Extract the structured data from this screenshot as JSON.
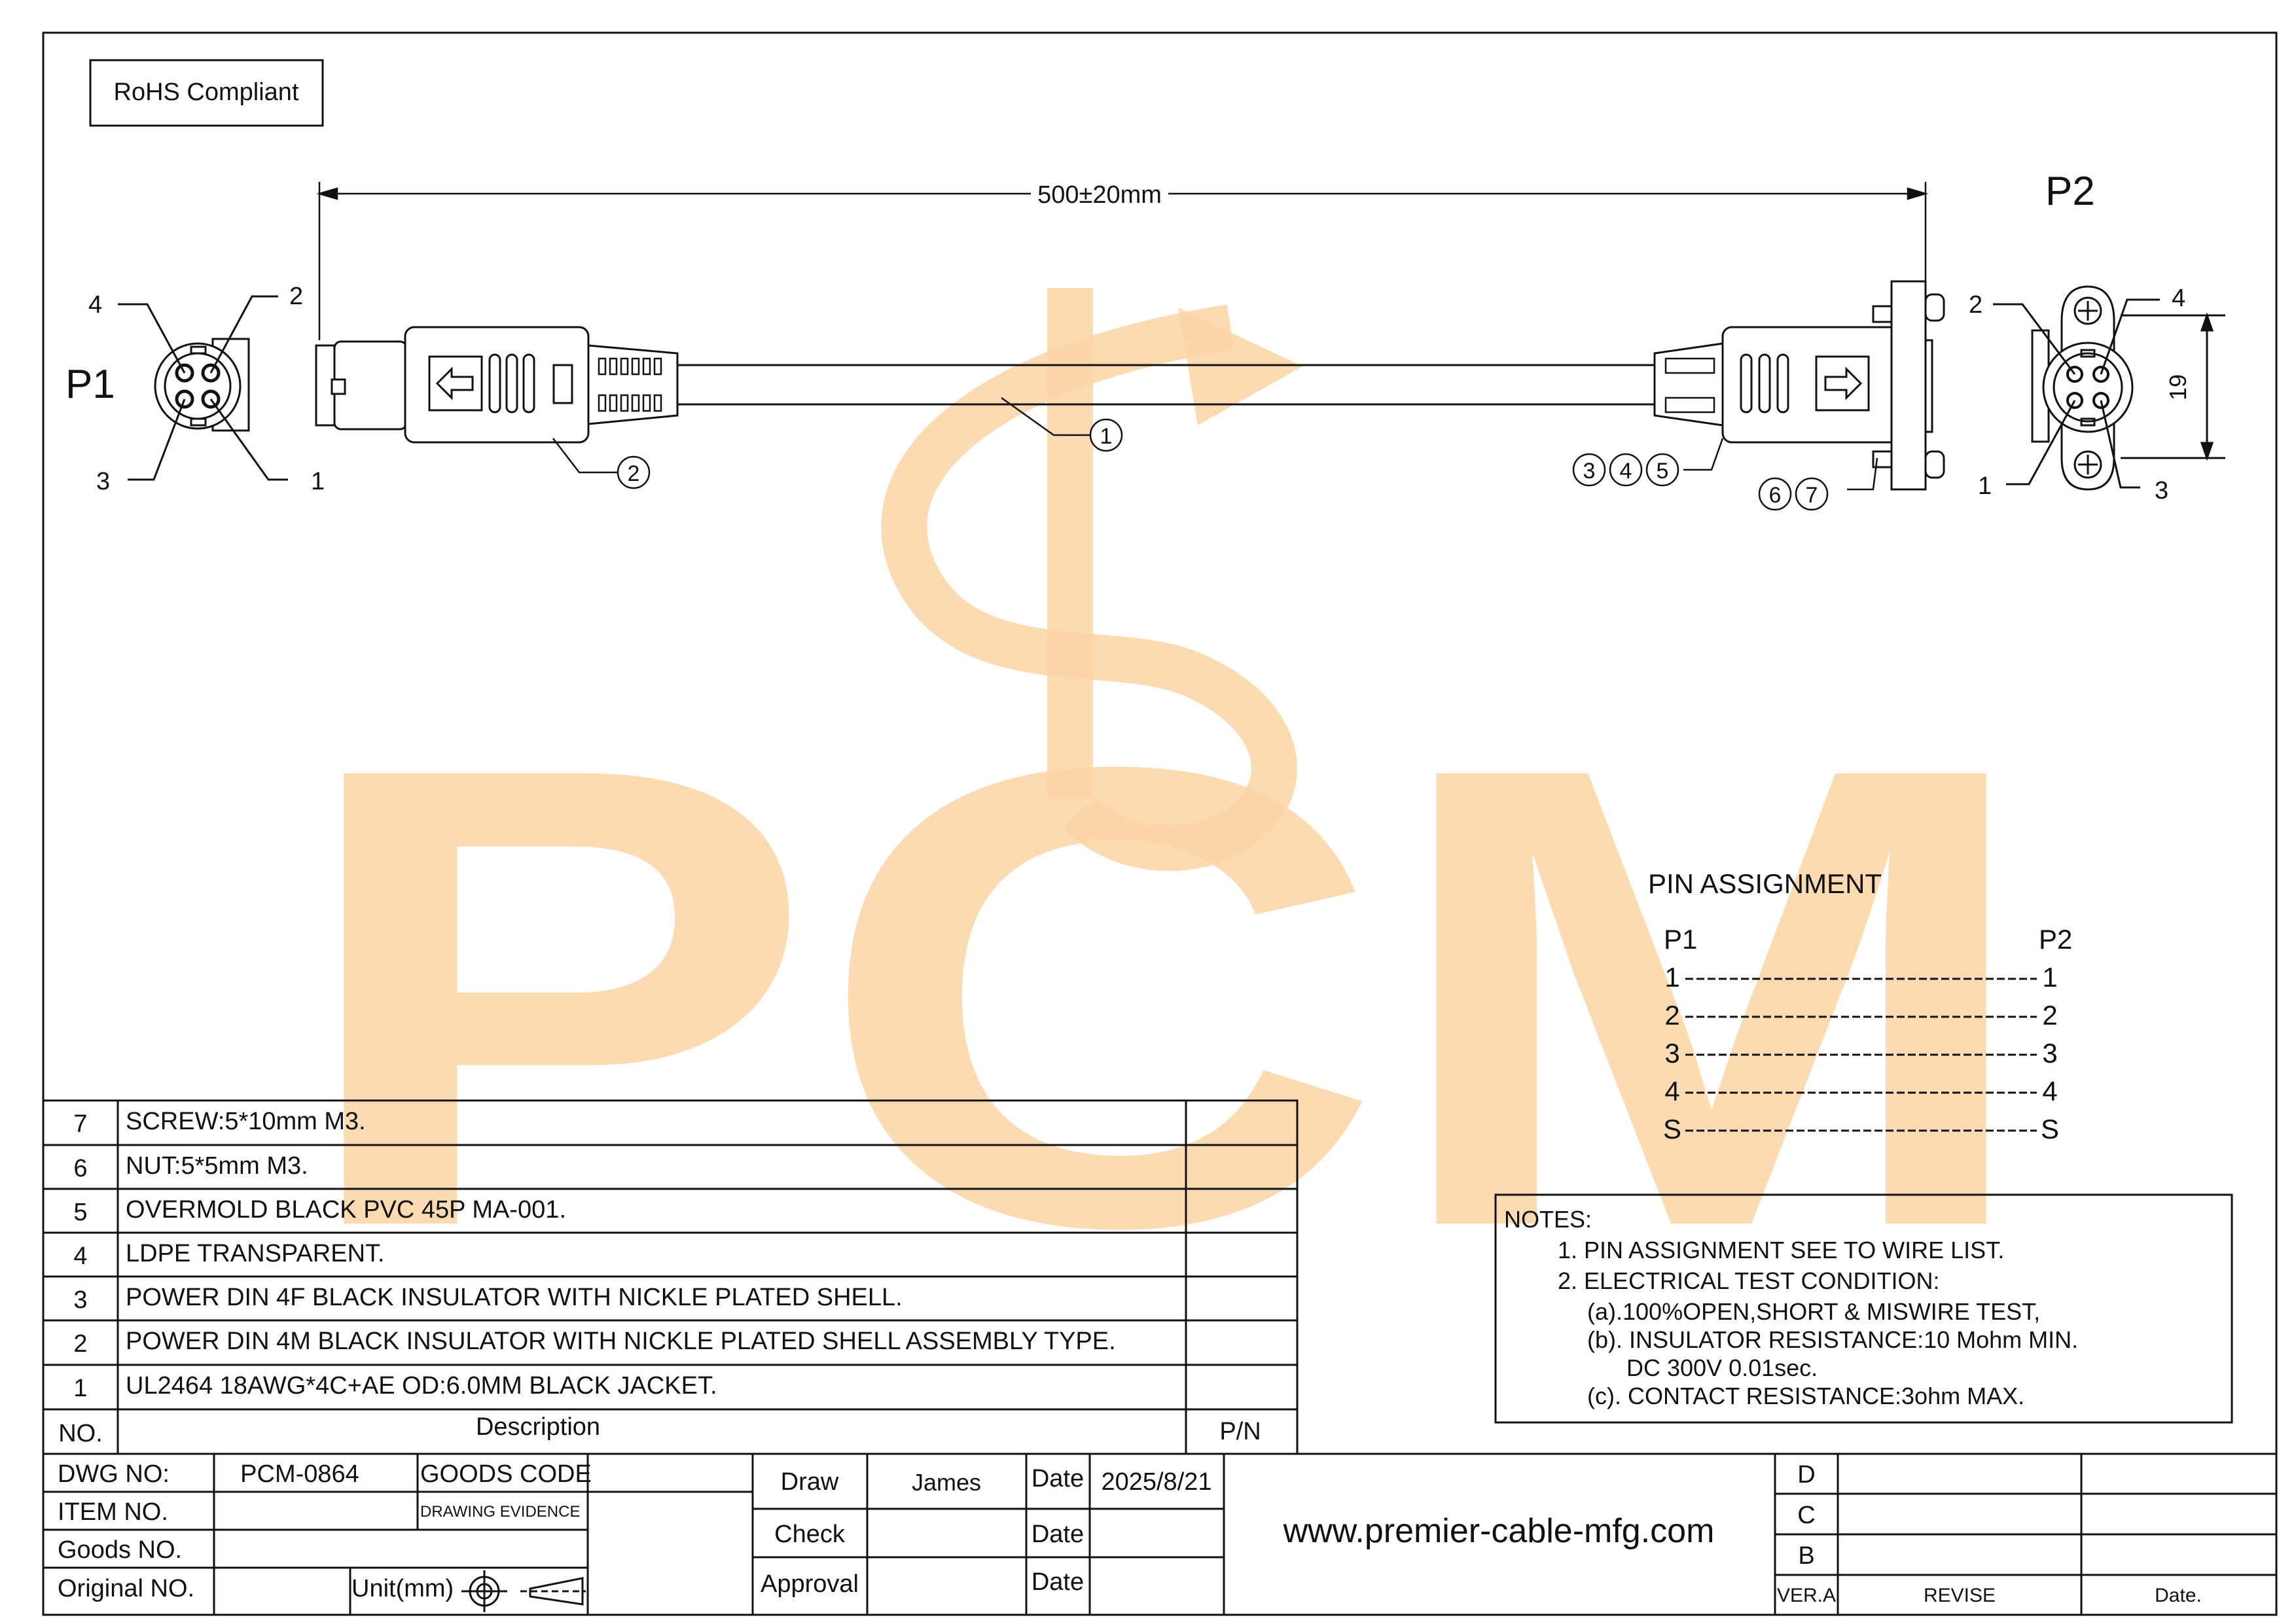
{
  "compliance": "RoHS Compliant",
  "dimension_length": "500±20mm",
  "dimension_height": "19",
  "connectors": {
    "p1": {
      "label": "P1",
      "pins": [
        "4",
        "2",
        "3",
        "1"
      ]
    },
    "p2": {
      "label": "P2",
      "pins": [
        "2",
        "4",
        "1",
        "3"
      ]
    }
  },
  "balloons": [
    "1",
    "2",
    "3",
    "4",
    "5",
    "6",
    "7"
  ],
  "watermark": {
    "text": "PCM",
    "color": "#fcd5a6"
  },
  "pin_assignment": {
    "title": "PIN  ASSIGNMENT",
    "header_left": "P1",
    "header_right": "P2",
    "rows": [
      {
        "left": "1",
        "right": "1"
      },
      {
        "left": "2",
        "right": "2"
      },
      {
        "left": "3",
        "right": "3"
      },
      {
        "left": "4",
        "right": "4"
      },
      {
        "left": "S",
        "right": "S"
      }
    ]
  },
  "notes": {
    "title": "NOTES:",
    "lines": [
      "1. PIN ASSIGNMENT SEE TO WIRE LIST.",
      "2. ELECTRICAL TEST CONDITION:",
      "(a).100%OPEN,SHORT & MISWIRE TEST,",
      "(b). INSULATOR RESISTANCE:10 Mohm MIN.",
      "DC 300V 0.01sec.",
      "(c). CONTACT RESISTANCE:3ohm MAX."
    ]
  },
  "bom": {
    "header": {
      "no": "NO.",
      "description": "Description",
      "pn": "P/N"
    },
    "rows": [
      {
        "no": "7",
        "description": "SCREW:5*10mm M3.",
        "pn": ""
      },
      {
        "no": "6",
        "description": "NUT:5*5mm M3.",
        "pn": ""
      },
      {
        "no": "5",
        "description": "OVERMOLD BLACK PVC 45P MA-001.",
        "pn": ""
      },
      {
        "no": "4",
        "description": "LDPE TRANSPARENT.",
        "pn": ""
      },
      {
        "no": "3",
        "description": "POWER DIN 4F BLACK INSULATOR WITH NICKLE PLATED SHELL.",
        "pn": ""
      },
      {
        "no": "2",
        "description": "POWER DIN 4M BLACK INSULATOR WITH NICKLE PLATED SHELL ASSEMBLY TYPE.",
        "pn": ""
      },
      {
        "no": "1",
        "description": "UL2464 18AWG*4C+AE OD:6.0MM BLACK  JACKET.",
        "pn": ""
      }
    ]
  },
  "title_block": {
    "dwg_no_label": "DWG NO:",
    "dwg_no": "PCM-0864",
    "goods_code_label": "GOODS CODE",
    "item_no_label": "ITEM NO.",
    "drawing_evidence_label": "DRAWING EVIDENCE",
    "goods_no_label": "Goods NO.",
    "original_no_label": "Original NO.",
    "unit_label": "Unit(mm)",
    "draw_label": "Draw",
    "drawer": "James",
    "check_label": "Check",
    "approval_label": "Approval",
    "date_label": "Date",
    "draw_date": "2025/8/21",
    "website": "www.premier-cable-mfg.com",
    "revisions": [
      "D",
      "C",
      "B"
    ],
    "ver_label": "VER.A",
    "revise_label": "REVISE",
    "date_col_label": "Date."
  }
}
